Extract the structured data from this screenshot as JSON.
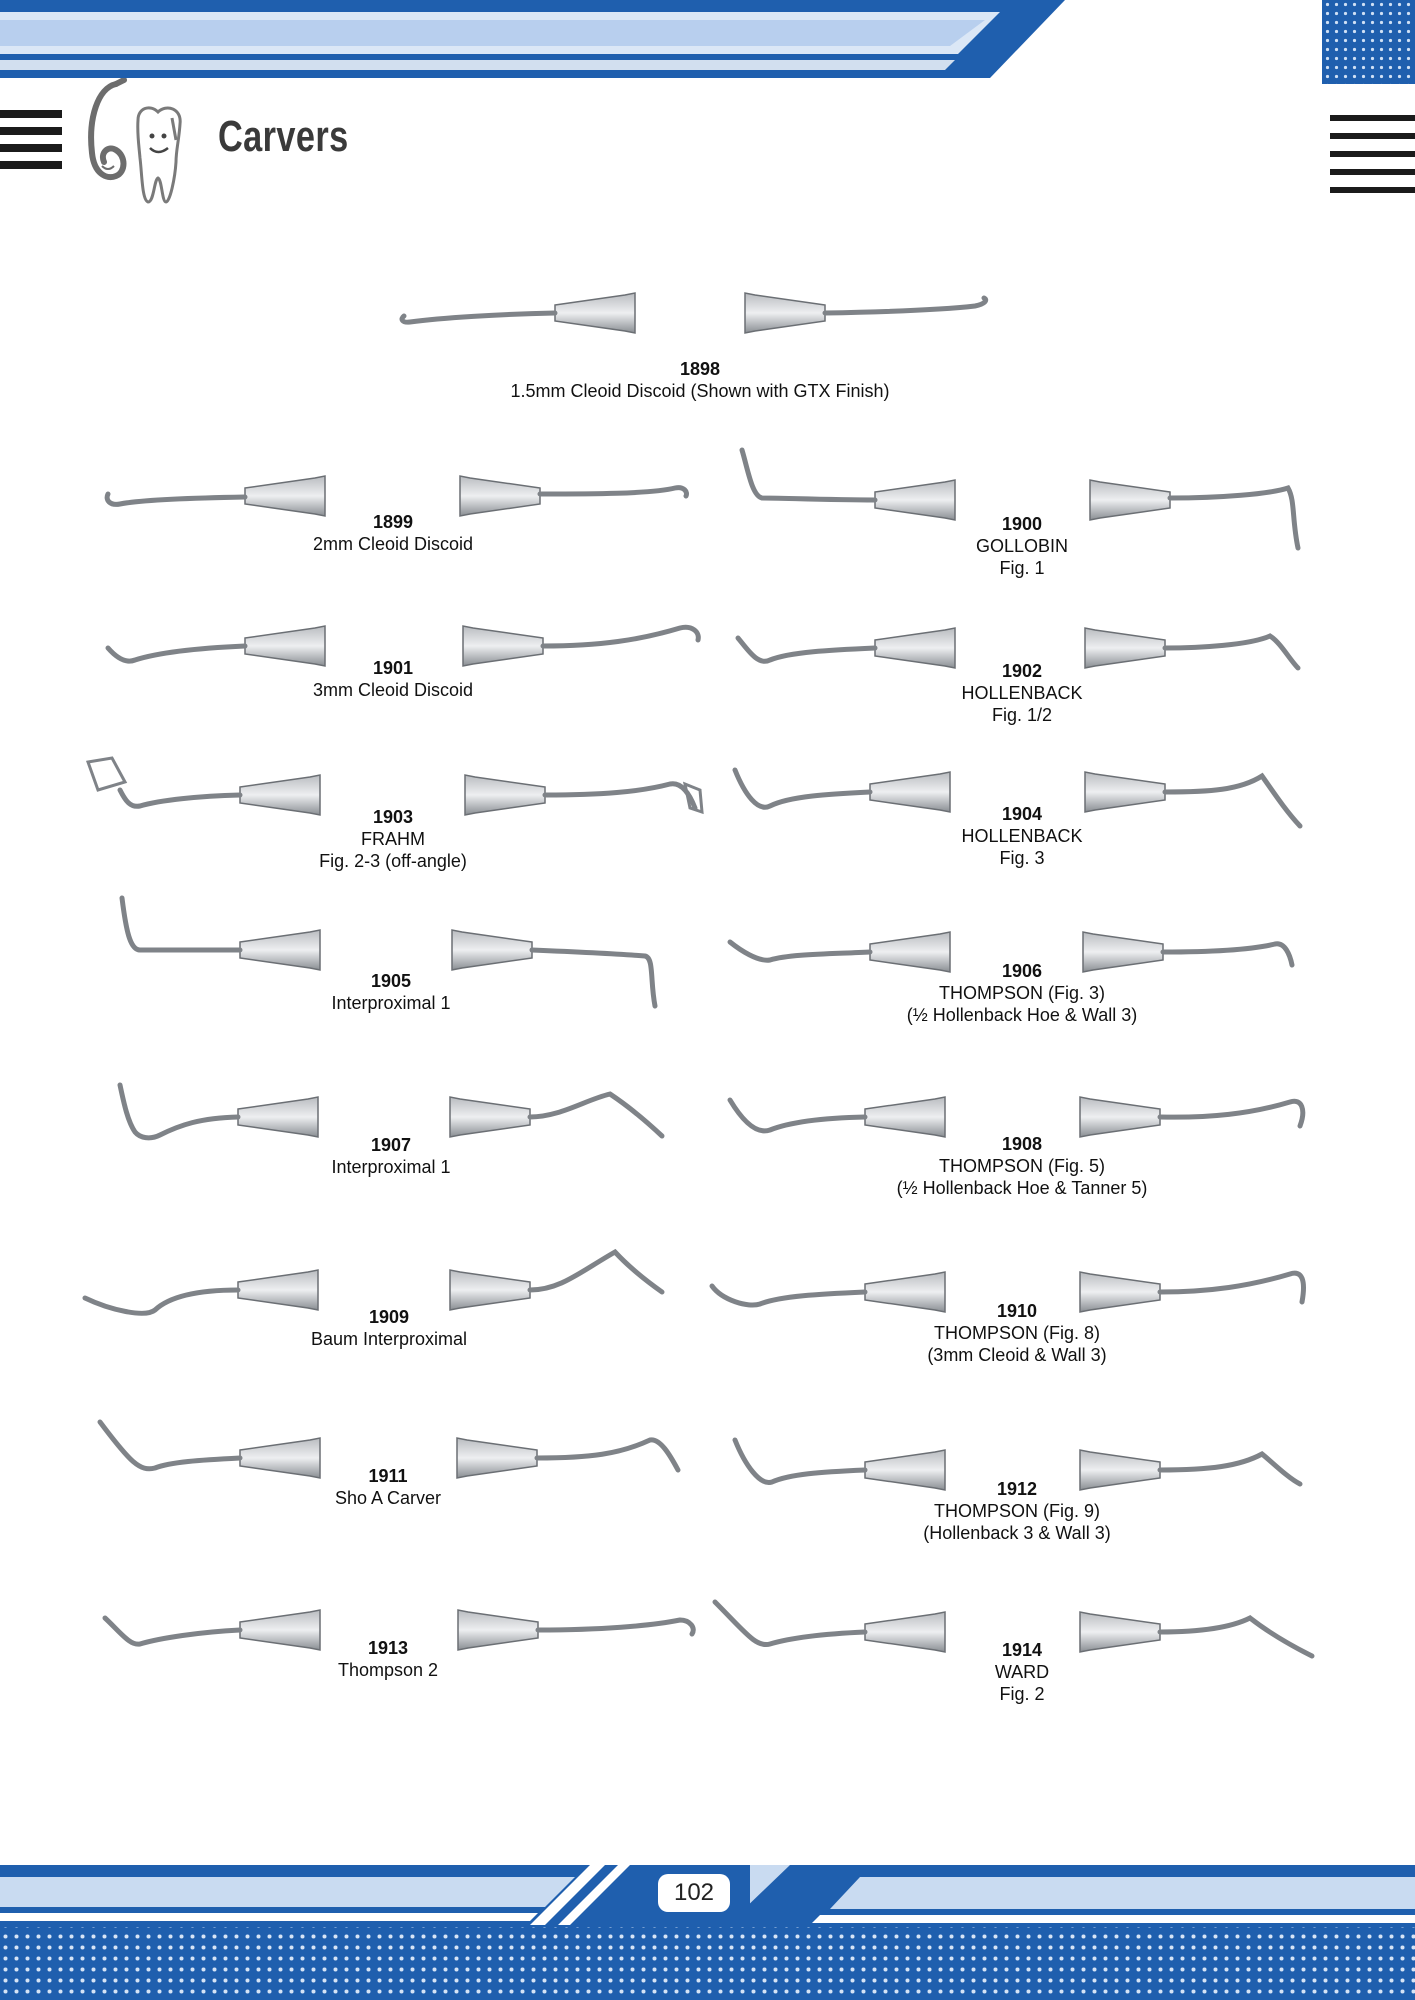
{
  "header": {
    "title": "Carvers",
    "logo_icon": "tooth-carver-logo-icon"
  },
  "colors": {
    "blue": "#1f5fae",
    "light_blue": "#c9dbf1",
    "steel": "#9a9ea3"
  },
  "items": [
    {
      "number": "1898",
      "lines": [
        "1.5mm Cleoid Discoid  (Shown with GTX Finish)"
      ]
    },
    {
      "number": "1899",
      "lines": [
        "2mm Cleoid Discoid"
      ]
    },
    {
      "number": "1900",
      "lines": [
        "GOLLOBIN",
        "Fig. 1"
      ]
    },
    {
      "number": "1901",
      "lines": [
        "3mm Cleoid Discoid"
      ]
    },
    {
      "number": "1902",
      "lines": [
        "HOLLENBACK",
        "Fig. 1/2"
      ]
    },
    {
      "number": "1903",
      "lines": [
        "FRAHM",
        "Fig. 2-3 (off-angle)"
      ]
    },
    {
      "number": "1904",
      "lines": [
        "HOLLENBACK",
        "Fig. 3"
      ]
    },
    {
      "number": "1905",
      "lines": [
        "Interproximal 1"
      ]
    },
    {
      "number": "1906",
      "lines": [
        "THOMPSON (Fig. 3)",
        "(½ Hollenback Hoe & Wall 3)"
      ]
    },
    {
      "number": "1907",
      "lines": [
        "Interproximal 1"
      ]
    },
    {
      "number": "1908",
      "lines": [
        "THOMPSON (Fig. 5)",
        "(½ Hollenback Hoe & Tanner 5)"
      ]
    },
    {
      "number": "1909",
      "lines": [
        "Baum Interproximal"
      ]
    },
    {
      "number": "1910",
      "lines": [
        "THOMPSON (Fig. 8)",
        "(3mm Cleoid & Wall 3)"
      ]
    },
    {
      "number": "1911",
      "lines": [
        "Sho A Carver"
      ]
    },
    {
      "number": "1912",
      "lines": [
        "THOMPSON (Fig. 9)",
        "(Hollenback 3 & Wall 3)"
      ]
    },
    {
      "number": "1913",
      "lines": [
        "Thompson 2"
      ]
    },
    {
      "number": "1914",
      "lines": [
        "WARD",
        "Fig. 2"
      ]
    }
  ],
  "footer": {
    "page_number": "102"
  }
}
